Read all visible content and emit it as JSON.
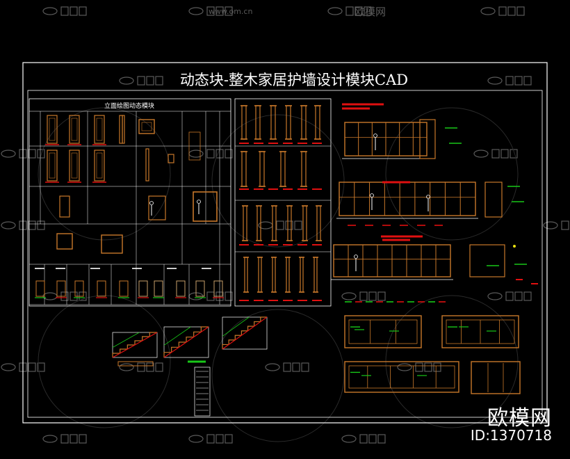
{
  "drawing": {
    "title": "动态块-整木家居护墙设计模块CAD",
    "panel_label": "立面绘图动态模块"
  },
  "watermark": {
    "site": "www.om.cn",
    "brand": "欧模网"
  },
  "corner": {
    "brand": "欧模网",
    "id": "ID:1370718"
  },
  "colors": {
    "background": "#000000",
    "line": "#ffffff",
    "wood": "#c8782a",
    "accent_red": "#e01010",
    "accent_green": "#18c818",
    "accent_yellow": "#e8e010",
    "watermark": "#5a5a5a"
  }
}
